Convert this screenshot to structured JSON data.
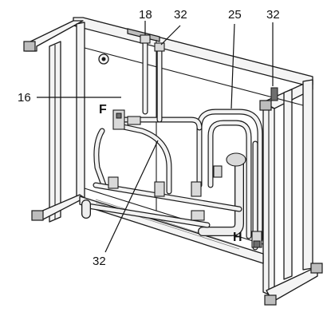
{
  "callouts": {
    "part_16": "16",
    "part_18": "18",
    "part_25": "25",
    "part_32_top": "32",
    "part_32_right": "32",
    "part_32_bottom": "32"
  },
  "markers": {
    "connection_f": "F",
    "connection_h": "H"
  },
  "colors": {
    "line": "#1a1a1a",
    "frame_fill": "#f4f4f4",
    "shadow": "#bdbdbd"
  }
}
